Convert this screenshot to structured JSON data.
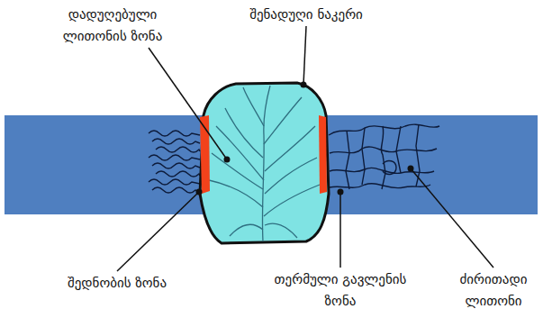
{
  "diagram": {
    "labels": [
      "დადუღებული ლითონის ზონა",
      "შენადუღი ნაკერი",
      "შედნობის ზონა",
      "თერმული გავლენის ზონა",
      "ძირითადი ლითონი"
    ]
  }
}
